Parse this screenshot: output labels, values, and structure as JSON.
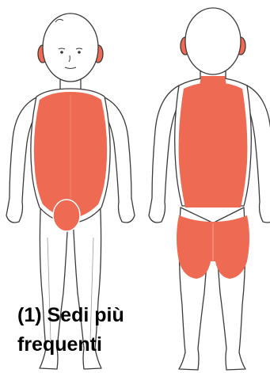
{
  "caption": {
    "line1": "(1) Sedi più",
    "line2": "frequenti"
  },
  "colors": {
    "highlight": "#EE6A52",
    "outline": "#3a3a3a",
    "skin": "#ffffff",
    "ear": "#EE6A52"
  },
  "views": [
    "front-view",
    "back-view"
  ]
}
